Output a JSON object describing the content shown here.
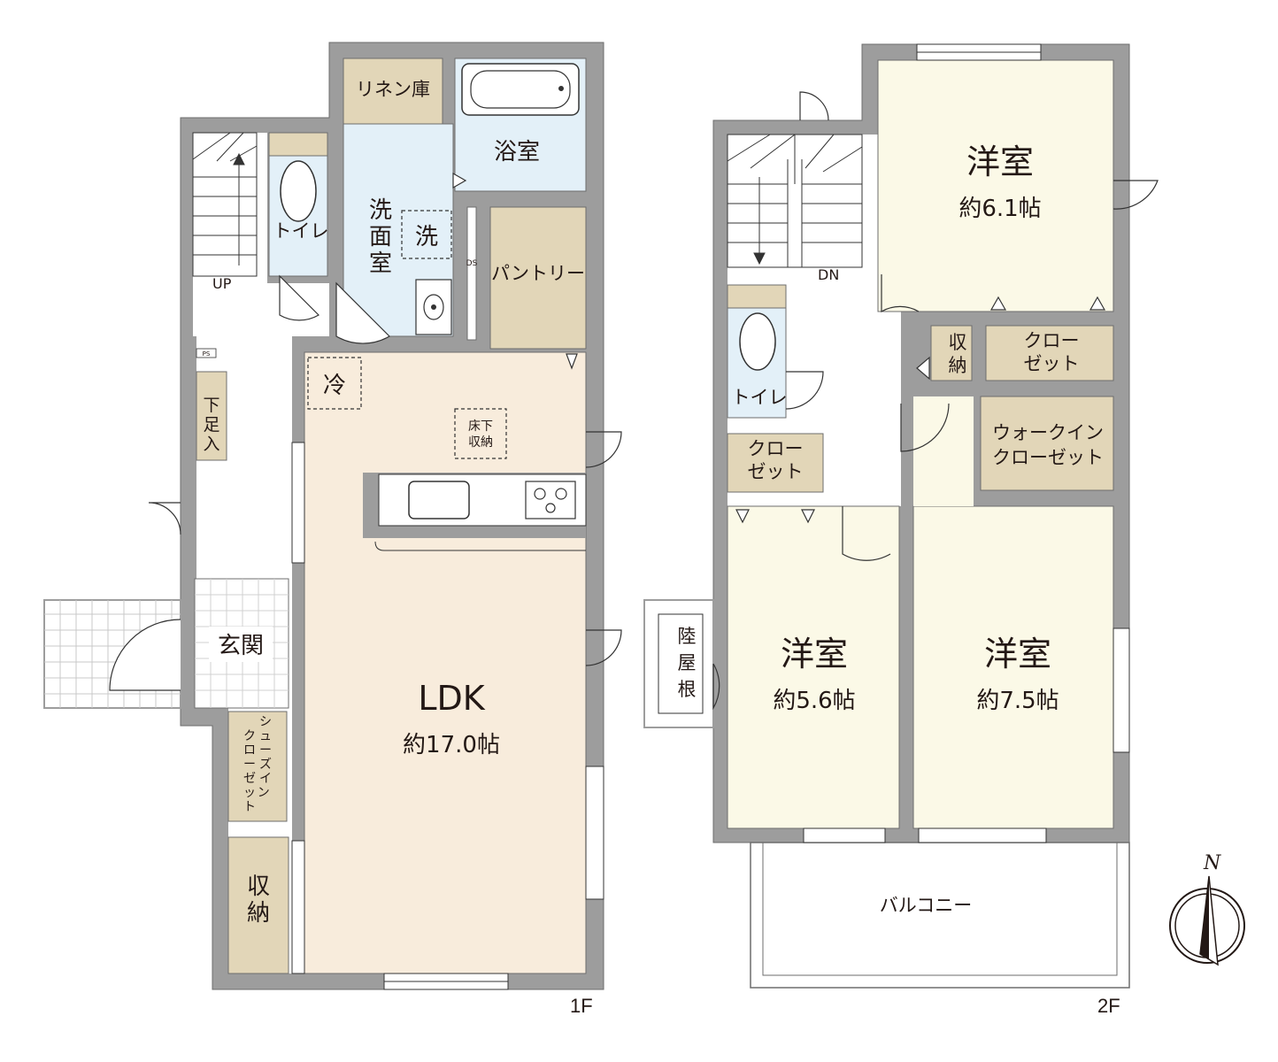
{
  "floor1": {
    "floor_label": "1F",
    "rooms": {
      "linen": "リネン庫",
      "bath": "浴室",
      "washroom": "洗\n面\n室",
      "washer": "洗",
      "pantry": "パントリー",
      "toilet": "トイレ",
      "up": "UP",
      "ps": "PS",
      "ds": "DS",
      "shoe_under": "下\n足\n入",
      "fridge": "冷",
      "underfloor": "床下\n収納",
      "entrance": "玄関",
      "shoes_closet": "シューズイン\nクローゼット",
      "storage": "収\n納",
      "ldk_name": "LDK",
      "ldk_size": "約17.0帖"
    }
  },
  "floor2": {
    "floor_label": "2F",
    "rooms": {
      "room1_name": "洋室",
      "room1_size": "約6.1帖",
      "dn": "DN",
      "toilet": "トイレ",
      "storage": "収\n納",
      "closet1": "クロー\nゼット",
      "closet2": "クロー\nゼット",
      "walkin": "ウォークイン\nクローゼット",
      "flat_roof": "陸\n屋\n根",
      "room2_name": "洋室",
      "room2_size": "約5.6帖",
      "room3_name": "洋室",
      "room3_size": "約7.5帖",
      "balcony": "バルコニー"
    }
  },
  "compass": {
    "label": "N"
  },
  "colors": {
    "wall": "#9d9d9d",
    "wall_edge": "#6d6d6d",
    "ldk": "#f8ecdc",
    "bedroom": "#fbf9e7",
    "storage": "#e2d6b8",
    "wet_area": "#e3f0f8",
    "corridor": "#ffffff",
    "text": "#231815"
  }
}
